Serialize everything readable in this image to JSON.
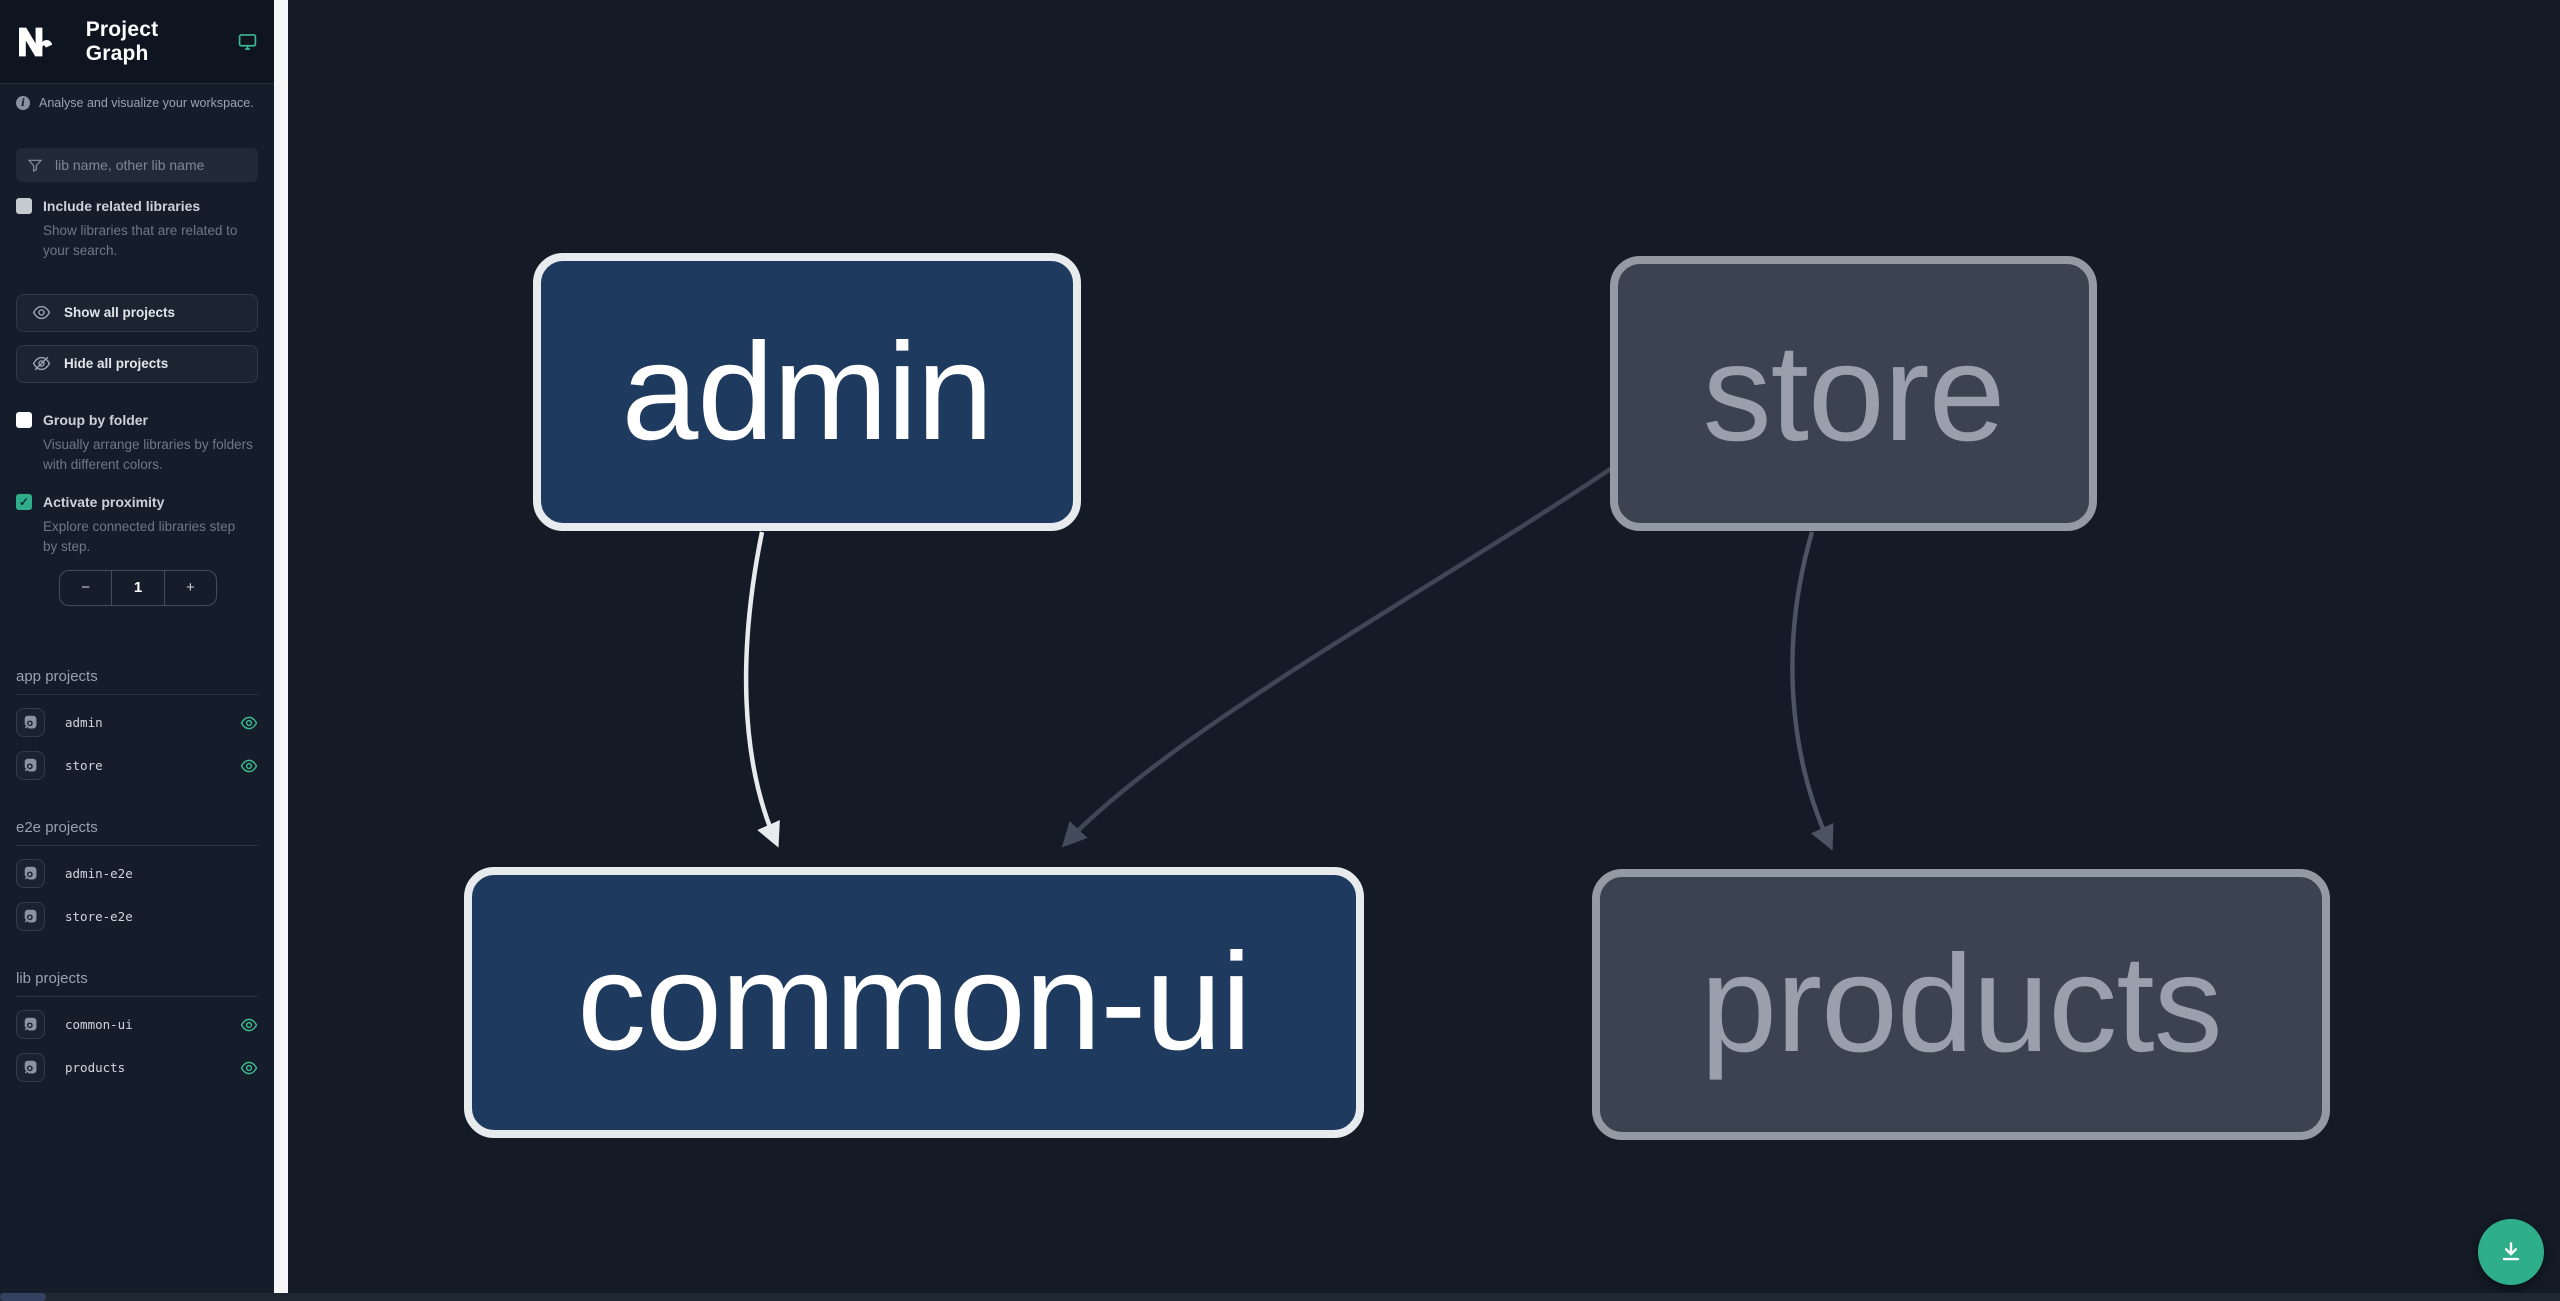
{
  "header": {
    "title": "Project Graph"
  },
  "sidebar": {
    "tagline": "Analyse and visualize your workspace.",
    "search_placeholder": "lib name, other lib name",
    "checkboxes": {
      "related": {
        "label": "Include related libraries",
        "description": "Show libraries that are related to your search.",
        "checked": false
      },
      "group": {
        "label": "Group by folder",
        "description": "Visually arrange libraries by folders with different colors.",
        "checked": false
      },
      "proximity": {
        "label": "Activate proximity",
        "description": "Explore connected libraries step by step.",
        "checked": true
      }
    },
    "buttons": {
      "show_all": "Show all projects",
      "hide_all": "Hide all projects"
    },
    "proximity": {
      "decrement": "−",
      "value": "1",
      "increment": "+"
    },
    "sections": [
      {
        "title": "app projects",
        "projects": [
          {
            "name": "admin",
            "visible": true
          },
          {
            "name": "store",
            "visible": true
          }
        ]
      },
      {
        "title": "e2e projects",
        "projects": [
          {
            "name": "admin-e2e",
            "visible": false
          },
          {
            "name": "store-e2e",
            "visible": false
          }
        ]
      },
      {
        "title": "lib projects",
        "projects": [
          {
            "name": "common-ui",
            "visible": true
          },
          {
            "name": "products",
            "visible": true
          }
        ]
      }
    ]
  },
  "graph": {
    "nodes": [
      {
        "id": "admin",
        "label": "admin",
        "state": "focused"
      },
      {
        "id": "store",
        "label": "store",
        "state": "unfocused"
      },
      {
        "id": "common-ui",
        "label": "common-ui",
        "state": "focused"
      },
      {
        "id": "products",
        "label": "products",
        "state": "unfocused"
      }
    ],
    "edges": [
      {
        "from": "admin",
        "to": "common-ui",
        "style": "highlighted"
      },
      {
        "from": "store",
        "to": "common-ui",
        "style": "dimmed"
      },
      {
        "from": "store",
        "to": "products",
        "style": "dimmed"
      }
    ]
  },
  "icons": {
    "check": "✓",
    "info": "i"
  },
  "colors": {
    "accent_teal": "#2fae8a",
    "canvas_bg": "#141b27",
    "sidebar_bg": "#161d2a",
    "focused_node_fill": "#1e3a5f",
    "focused_node_border": "#e8ebee",
    "dim_node_fill": "#3b4351",
    "dim_node_border": "#949aa4",
    "edge_highlight": "#e8ebee",
    "edge_dim": "#3f4755"
  }
}
